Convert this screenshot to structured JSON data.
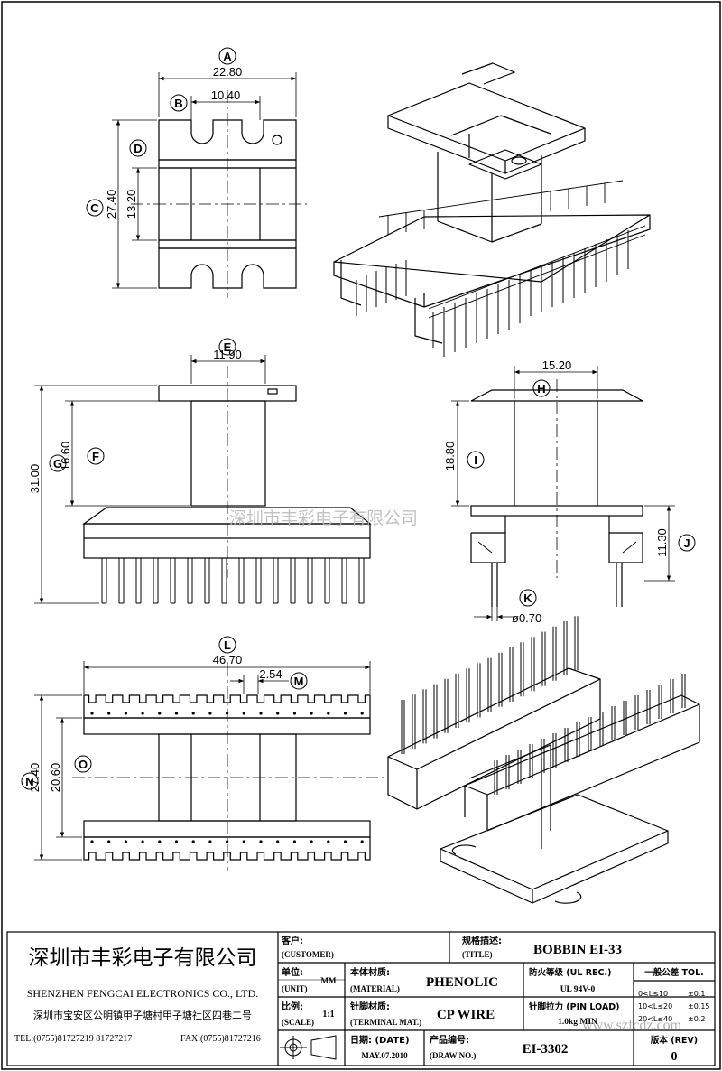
{
  "watermark": "深圳市丰彩电子有限公司",
  "views": {
    "top": {
      "A": "A",
      "B": "B",
      "C": "C",
      "D": "D",
      "dimA": "22.80",
      "dimB": "10.40",
      "dimC": "27.40",
      "dimD": "13.20"
    },
    "front": {
      "E": "E",
      "F": "F",
      "G": "G",
      "dimE": "11.90",
      "dimF": "16.60",
      "dimG": "31.00"
    },
    "side": {
      "H": "H",
      "I": "I",
      "J": "J",
      "K": "K",
      "dimH": "15.20",
      "dimI": "18.80",
      "dimJ": "11.30",
      "dimK": "ø0.70"
    },
    "bottom": {
      "L": "L",
      "M": "M",
      "N": "N",
      "O": "O",
      "dimL": "46.70",
      "dimM": "2.54",
      "dimN": "27.40",
      "dimO": "20.60"
    }
  },
  "title_block": {
    "company_cn": "深圳市丰彩电子有限公司",
    "company_en": "SHENZHEN FENGCAI ELECTRONICS CO., LTD.",
    "address": "深圳市宝安区公明镇甲子塘村甲子塘社区四巷二号",
    "tel": "TEL:(0755)81727219  81727217",
    "fax": "FAX:(0755)81727216",
    "customer_cn": "客户:",
    "customer_en": "(CUSTOMER)",
    "title_cn": "规格描述:",
    "title_en": "(TITLE)",
    "title_value": "BOBBIN EI-33",
    "unit_cn": "单位:",
    "unit_en": "(UNIT)",
    "unit_value": "MM",
    "material_cn": "本体材质:",
    "material_en": "(MATERIAL)",
    "material_value": "PHENOLIC",
    "flame_cn": "防火等级 (UL REC.)",
    "flame_value": "UL 94V-0",
    "tol_cn": "一般公差 TOL.",
    "tol_rows": [
      {
        "range": "0<L≤10",
        "tol": "±0.1"
      },
      {
        "range": "10<L≤20",
        "tol": "±0.15"
      },
      {
        "range": "20<L≤40",
        "tol": "±0.2"
      }
    ],
    "scale_cn": "比例:",
    "scale_en": "(SCALE)",
    "scale_value": "1:1",
    "terminal_cn": "针脚材质:",
    "terminal_en": "(TERMINAL MAT.)",
    "terminal_value": "CP WIRE",
    "pinload_cn": "针脚拉力 (PIN LOAD)",
    "pinload_value": "1.0kg MIN",
    "date_cn": "日期: (DATE)",
    "date_value": "MAY.07.2010",
    "drawno_cn": "产品编号:",
    "drawno_en": "(DRAW NO.)",
    "drawno_value": "EI-3302",
    "rev_cn": "版本 (REV)",
    "rev_value": "0",
    "website": "www.szfcdz.com"
  }
}
